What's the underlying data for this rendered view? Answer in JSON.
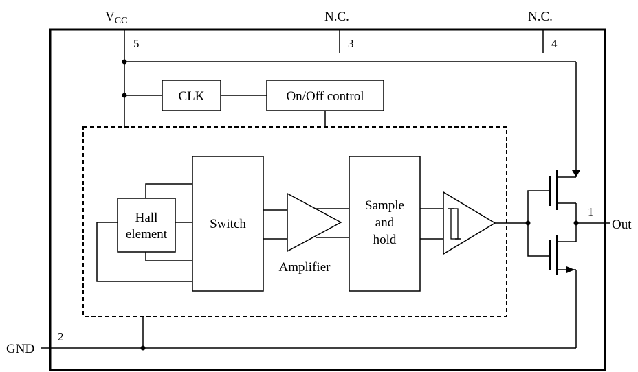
{
  "pins": {
    "vcc": {
      "main": "V",
      "sub": "CC",
      "number": "5"
    },
    "nc3": {
      "label": "N.C.",
      "number": "3"
    },
    "nc4": {
      "label": "N.C.",
      "number": "4"
    },
    "gnd": {
      "label": "GND",
      "number": "2"
    },
    "out": {
      "label": "Out",
      "number": "1"
    }
  },
  "blocks": {
    "clk": "CLK",
    "onoff": "On/Off control",
    "hall": [
      "Hall",
      "element"
    ],
    "switch": "Switch",
    "amplifier": "Amplifier",
    "sample_hold": [
      "Sample",
      "and",
      "hold"
    ]
  }
}
